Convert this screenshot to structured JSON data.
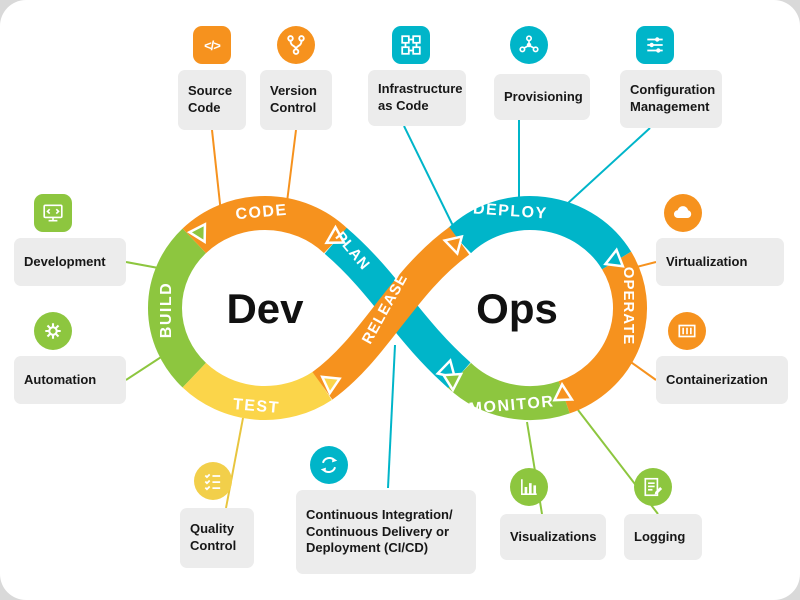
{
  "loop": {
    "dev": "Dev",
    "ops": "Ops",
    "segments": {
      "plan": "PLAN",
      "code": "CODE",
      "build": "BUILD",
      "test": "TEST",
      "release": "RELEASE",
      "deploy": "DEPLOY",
      "operate": "OPERATE",
      "monitor": "MONITOR"
    },
    "colors": {
      "orange": "#f6921e",
      "green": "#8dc63f",
      "yellow": "#fbd54a",
      "cyan": "#00b5c9",
      "card_bg": "#ececec",
      "text": "#171717"
    }
  },
  "cards": [
    {
      "id": "source-code",
      "label": "Source\nCode",
      "icon": "code-icon",
      "glyph": "</>",
      "color": "#f6921e"
    },
    {
      "id": "version-control",
      "label": "Version\nControl",
      "icon": "branch-icon",
      "color": "#f6921e"
    },
    {
      "id": "infrastructure-as-code",
      "label": "Infrastructure\nas Code",
      "icon": "modules-icon",
      "color": "#00b5c9"
    },
    {
      "id": "provisioning",
      "label": "Provisioning",
      "icon": "network-icon",
      "color": "#00b5c9"
    },
    {
      "id": "configuration-management",
      "label": "Configuration\nManagement",
      "icon": "sliders-icon",
      "color": "#00b5c9"
    },
    {
      "id": "development",
      "label": "Development",
      "icon": "monitor-code-icon",
      "color": "#8dc63f"
    },
    {
      "id": "automation",
      "label": "Automation",
      "icon": "gear-icon",
      "color": "#8dc63f"
    },
    {
      "id": "virtualization",
      "label": "Virtualization",
      "icon": "cloud-icon",
      "color": "#f6921e"
    },
    {
      "id": "containerization",
      "label": "Containerization",
      "icon": "container-icon",
      "color": "#f6921e"
    },
    {
      "id": "quality-control",
      "label": "Quality\nControl",
      "icon": "checklist-icon",
      "color": "#f2cf4a"
    },
    {
      "id": "ci-cd",
      "label": "Continuous Integration/\nContinuous Delivery or\nDeployment (CI/CD)",
      "icon": "cycle-icon",
      "color": "#00b5c9"
    },
    {
      "id": "visualizations",
      "label": "Visualizations",
      "icon": "bar-chart-icon",
      "color": "#8dc63f"
    },
    {
      "id": "logging",
      "label": "Logging",
      "icon": "log-icon",
      "color": "#8dc63f"
    }
  ]
}
